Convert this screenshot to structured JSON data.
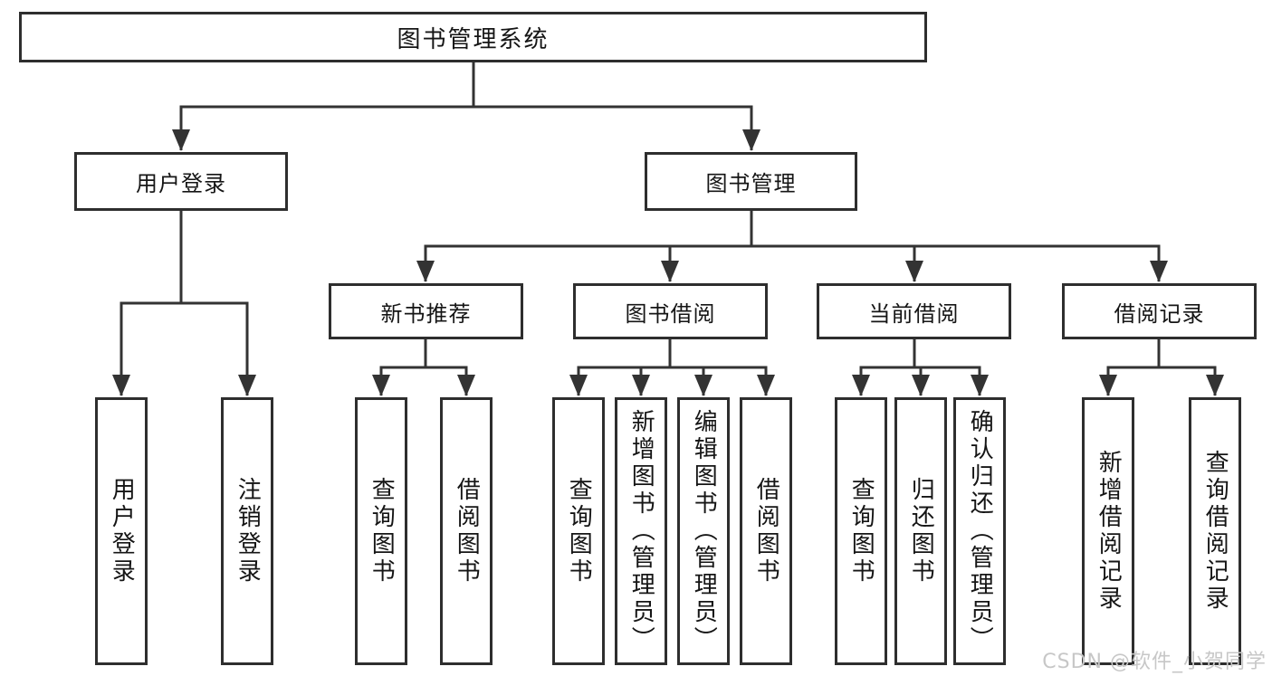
{
  "diagram": {
    "root": {
      "label": "图书管理系统"
    },
    "branches": [
      {
        "label": "用户登录",
        "children": [
          "用户登录",
          "注销登录"
        ]
      },
      {
        "label": "图书管理",
        "modules": [
          {
            "label": "新书推荐",
            "children": [
              "查询图书",
              "借阅图书"
            ]
          },
          {
            "label": "图书借阅",
            "children": [
              "查询图书",
              "新增图书（管理员）",
              "编辑图书（管理员）",
              "借阅图书"
            ]
          },
          {
            "label": "当前借阅",
            "children": [
              "查询图书",
              "归还图书",
              "确认归还（管理员）"
            ]
          },
          {
            "label": "借阅记录",
            "children": [
              "新增借阅记录",
              "查询借阅记录"
            ]
          }
        ]
      }
    ]
  },
  "watermark": {
    "text": "CSDN @软件_小贺同学"
  },
  "colors": {
    "line": "#333333",
    "border": "#2e2e2e",
    "text": "#151515",
    "watermark": "#c7c7c7",
    "background": "#ffffff"
  }
}
